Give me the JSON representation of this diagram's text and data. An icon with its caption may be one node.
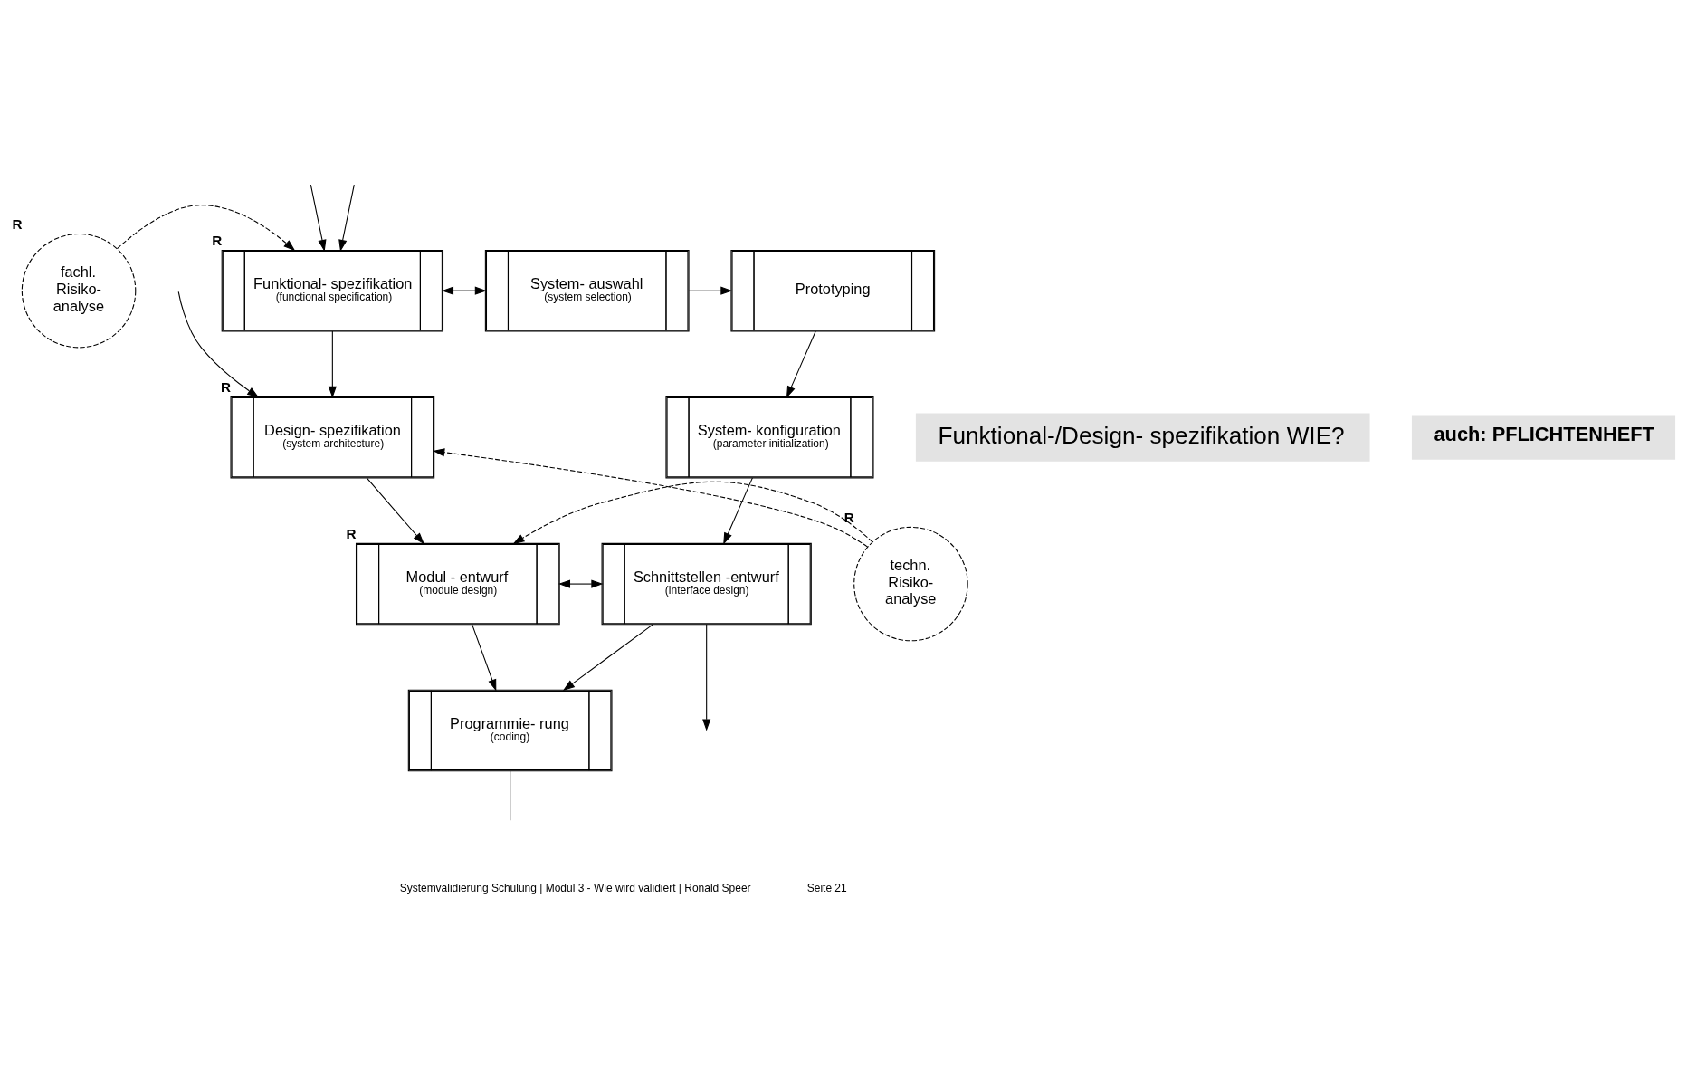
{
  "diagram": {
    "nodes": [
      {
        "text": [
          "fachl. Risiko- analyse"
        ],
        "beside": [
          "R"
        ]
      },
      {
        "text": [
          "Funktional- spezifikation",
          "(functional specification)"
        ],
        "beside": [
          "R"
        ]
      },
      {
        "text": [
          "System- auswahl",
          "(system selection)"
        ]
      },
      {
        "text": [
          "Prototyping"
        ]
      },
      {
        "text": [
          "Funktional-/Design- spezifikation WIE?"
        ]
      },
      {
        "text": [
          "auch: PFLICHTENHEFT"
        ]
      },
      {
        "text": [
          "Design- spezifikation",
          "(system architecture)"
        ],
        "beside": [
          "R"
        ]
      },
      {
        "text": [
          "System- konfiguration",
          "(parameter initialization)"
        ]
      },
      {
        "text": [
          "techn. Risiko- analyse"
        ],
        "beside": [
          "R"
        ]
      },
      {
        "text": [
          "Modul - entwurf",
          "(module design)"
        ],
        "beside": [
          "R"
        ]
      },
      {
        "text": [
          "Schnittstellen -entwurf",
          "(interface design)"
        ]
      },
      {
        "text": [
          "Programmie- rung",
          "(coding)"
        ]
      }
    ],
    "edges": [
      {
        "from": null,
        "to": 1,
        "arrow": "to"
      },
      {
        "from": null,
        "to": 1,
        "arrow": "to"
      },
      {
        "from": 0,
        "to": 1,
        "arrow": "to",
        "style": "dashed"
      },
      {
        "from": 1,
        "to": 2,
        "arrow": "both"
      },
      {
        "from": 2,
        "to": 3,
        "arrow": "to"
      },
      {
        "from": 3,
        "to": 7,
        "arrow": "to"
      },
      {
        "from": 1,
        "to": 6,
        "arrow": "to"
      },
      {
        "from": null,
        "to": 6,
        "arrow": "to"
      },
      {
        "from": 8,
        "to": 6,
        "arrow": "to",
        "style": "dashed"
      },
      {
        "from": 6,
        "to": 9,
        "arrow": "to"
      },
      {
        "from": 7,
        "to": 10,
        "arrow": "to"
      },
      {
        "from": 9,
        "to": 10,
        "arrow": "both"
      },
      {
        "from": 8,
        "to": 9,
        "arrow": "to",
        "style": "dashed"
      },
      {
        "from": 10,
        "to": null,
        "arrow": "to"
      },
      {
        "from": 10,
        "to": 11,
        "arrow": "to"
      },
      {
        "from": 9,
        "to": 11,
        "arrow": "to"
      },
      {
        "from": 11,
        "to": null,
        "arrow": "none"
      }
    ],
    "labels": [
      "Systemvalidierung Schulung | Modul 3 - Wie wird validiert | Ronald Speer",
      "Seite 21"
    ]
  }
}
